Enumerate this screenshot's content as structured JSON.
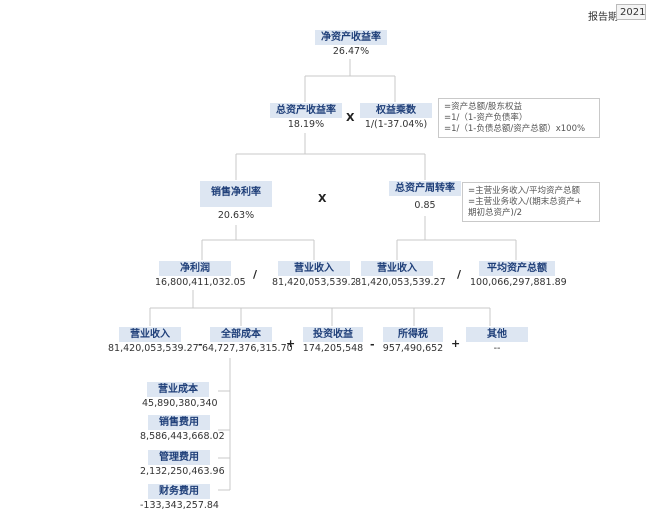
{
  "header": {
    "period_label": "报告期",
    "year_value": "2021"
  },
  "nodes": {
    "roe": {
      "title": "净资产收益率",
      "value": "26.47%"
    },
    "roa": {
      "title": "总资产收益率",
      "value": "18.19%"
    },
    "equity_multiplier": {
      "title": "权益乘数",
      "value": "1/(1-37.04%)"
    },
    "net_margin": {
      "title": "销售净利率",
      "value": "20.63%"
    },
    "asset_turnover": {
      "title": "总资产周转率",
      "value": "0.85"
    },
    "net_profit": {
      "title": "净利润",
      "value": "16,800,411,032.05"
    },
    "revenue_a": {
      "title": "营业收入",
      "value": "81,420,053,539.27"
    },
    "revenue_b": {
      "title": "营业收入",
      "value": "81,420,053,539.27"
    },
    "avg_assets": {
      "title": "平均资产总额",
      "value": "100,066,297,881.89"
    },
    "revenue_c": {
      "title": "营业收入",
      "value": "81,420,053,539.27"
    },
    "total_cost": {
      "title": "全部成本",
      "value": "64,727,376,315.70"
    },
    "invest_income": {
      "title": "投资收益",
      "value": "174,205,548"
    },
    "income_tax": {
      "title": "所得税",
      "value": "957,490,652"
    },
    "other": {
      "title": "其他",
      "value": "--"
    },
    "op_cost": {
      "title": "营业成本",
      "value": "45,890,380,340"
    },
    "selling_exp": {
      "title": "销售费用",
      "value": "8,586,443,668.02"
    },
    "admin_exp": {
      "title": "管理费用",
      "value": "2,132,250,463.96"
    },
    "fin_exp": {
      "title": "财务费用",
      "value": "-133,343,257.84"
    }
  },
  "operators": {
    "mul1": "X",
    "mul2": "X",
    "div1": "/",
    "div2": "/",
    "minus1": "-",
    "plus1": "+",
    "minus2": "-",
    "plus2": "+"
  },
  "notes": {
    "equity_note": [
      "=资产总额/股东权益",
      "=1/（1-资产负债率）",
      "=1/（1-负债总额/资产总额）x100%"
    ],
    "turnover_note": [
      "=主营业务收入/平均资产总额",
      "=主营业务收入/(期末总资产+",
      "期初总资产)/2"
    ]
  }
}
